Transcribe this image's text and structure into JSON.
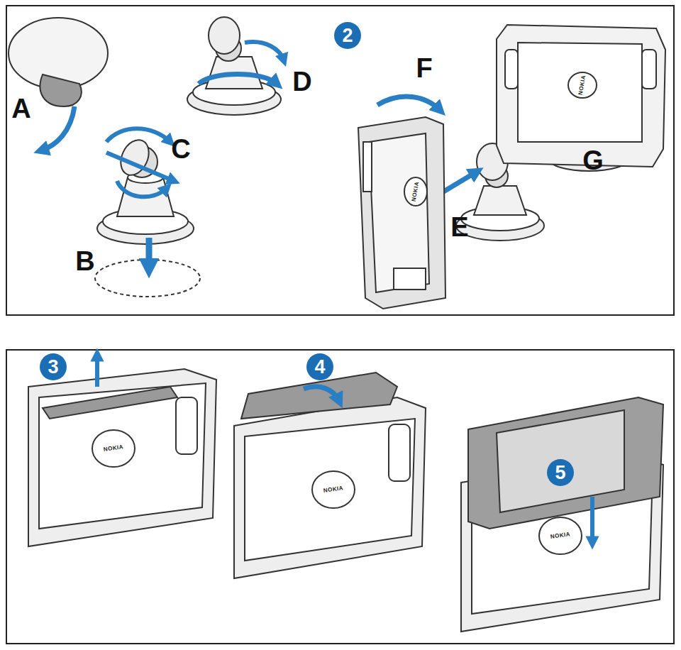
{
  "diagram": {
    "nodes": [
      {
        "text": [
          "2"
        ]
      },
      {
        "text": [
          "3"
        ]
      },
      {
        "text": [
          "4"
        ]
      },
      {
        "text": [
          "5"
        ]
      }
    ],
    "labels": [
      "A",
      "B",
      "C",
      "D",
      "E",
      "F",
      "G",
      "NOKIA",
      "NOKIA",
      "NOKIA",
      "NOKIA",
      "NOKIA"
    ]
  }
}
